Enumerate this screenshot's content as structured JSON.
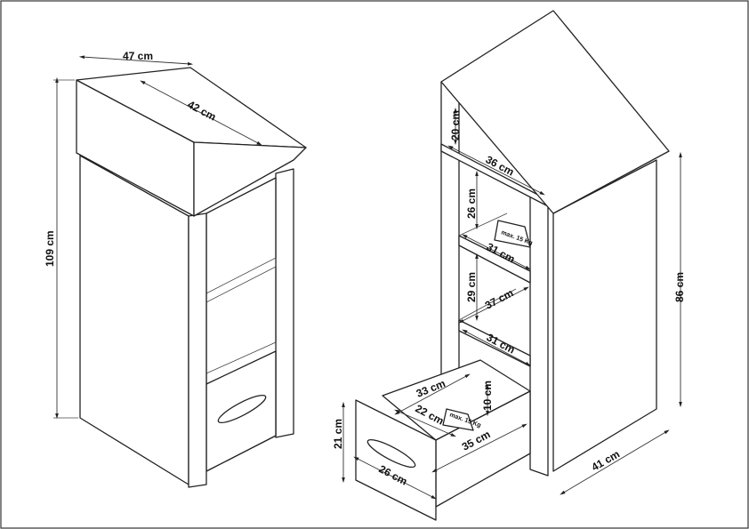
{
  "left_view": {
    "dimensions": {
      "width": "47 cm",
      "lid_depth": "42 cm",
      "height": "109 cm"
    }
  },
  "right_view": {
    "dimensions": {
      "top_compartment_height": "20 cm",
      "top_shelf_depth": "36 cm",
      "upper_compartment_height": "26 cm",
      "upper_shelf_width": "31 cm",
      "middle_compartment_height": "29 cm",
      "middle_shelf_depth": "37 cm",
      "lower_shelf_width": "31 cm",
      "body_height": "86 cm",
      "drawer_inner_depth": "33 cm",
      "drawer_inner_width": "22 cm",
      "drawer_inner_height": "10 cm",
      "drawer_front_height": "21 cm",
      "drawer_length": "35 cm",
      "drawer_front_width": "26 cm",
      "side_depth": "41 cm"
    },
    "load_labels": {
      "shelf": "max. 15 Kg",
      "drawer": "max. 15 Kg"
    }
  }
}
